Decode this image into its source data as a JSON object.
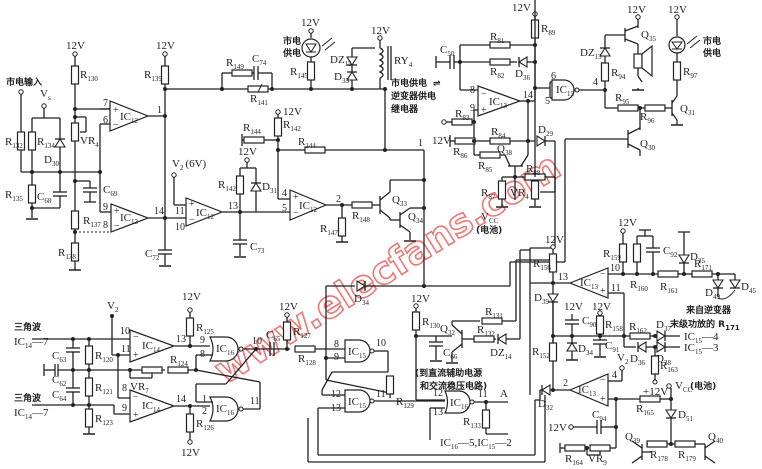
{
  "diagram": {
    "supply_labels": {
      "v12": "12V",
      "v12_plus": "+12V",
      "v2": "V",
      "v2_sub": "2",
      "v2_6v": "(6V)",
      "vs": "V",
      "vs_sub": "s",
      "vcc": "V",
      "vcc_sub": "CC",
      "vcc_battery": "(电池)"
    },
    "annotations": {
      "mains_input": "市电输入",
      "mains_supply_top_1": "市电",
      "mains_supply_top_2": "供电",
      "mains_supply_right_1": "市电",
      "mains_supply_right_2": "供电",
      "relay_note_1": "市电供电",
      "relay_note_arrow": "⇌",
      "relay_note_2": "逆变器供电",
      "relay_note_3": "继电器",
      "triangle_wave_1": "三角波",
      "triangle_wave_1_ref": "IC",
      "triangle_wave_1_ref_sub": "14",
      "triangle_wave_1_ref_pin": "—7",
      "triangle_wave_2": "三角波",
      "triangle_wave_2_ref": "IC",
      "triangle_wave_2_ref_sub": "14",
      "triangle_wave_2_ref_pin": "—7",
      "to_dc_aux": "(到直流辅助电源",
      "to_ac_reg": "和交流稳压电路)",
      "from_inverter_1": "来自逆变器",
      "from_inverter_2": "末级功放的 R",
      "from_inverter_2_sub": "171",
      "ic15_4": "—4",
      "ic15_3": "—3",
      "ic16_ic15": "IC",
      "ic16_ic15_sub1": "16",
      "ic16_ic15_mid": "—5,IC",
      "ic16_ic15_sub2": "15",
      "ic16_ic15_end": "—2",
      "node_a": "A",
      "vcc_battery_label": "V",
      "vcc_battery_sub": "CC",
      "vcc_battery_cn": "(电池)"
    },
    "ics": [
      {
        "name": "IC",
        "sub": "12"
      },
      {
        "name": "IC",
        "sub": "13"
      },
      {
        "name": "IC",
        "sub": "14"
      },
      {
        "name": "IC",
        "sub": "15"
      },
      {
        "name": "IC",
        "sub": "16"
      }
    ],
    "resistors": {
      "r130": "130",
      "r139": "139",
      "r132": "132",
      "r134": "134",
      "r135": "135",
      "r137": "137",
      "r138": "138",
      "r149": "149",
      "r141": "141",
      "r145": "145",
      "r144a": "144",
      "r142a": "142",
      "r144b": "144",
      "r142b": "142",
      "r147": "147",
      "r148": "148",
      "r89": "89",
      "r81": "81",
      "r82": "82",
      "r83": "83",
      "r84": "84",
      "r85": "85",
      "r86": "86",
      "r87": "87",
      "r88": "88",
      "r94": "94",
      "r95": "95",
      "r96": "96",
      "r97": "97",
      "r125": "125",
      "r120": "120",
      "r121": "121",
      "r123": "123",
      "r124": "124",
      "r126": "126",
      "r127": "127",
      "r128": "128",
      "r129": "129",
      "r130b": "130",
      "r131": "131",
      "r132b": "132",
      "r133": "133",
      "r156": "156",
      "r159": "159",
      "r160": "160",
      "r161": "161",
      "r171": "171",
      "r158": "158",
      "r162": "162",
      "r163": "163",
      "r152": "152",
      "r165": "165",
      "r164": "164",
      "r178": "178",
      "r179": "179"
    },
    "capacitors": {
      "c74": "74",
      "c69": "69",
      "c68": "68",
      "c72": "72",
      "c73": "73",
      "c50": "50",
      "c63": "63",
      "c62": "62",
      "c64": "64",
      "c65": "65",
      "c66": "66",
      "c92": "92",
      "c90": "90",
      "c91": "91",
      "c94": "94"
    },
    "diodes": {
      "d30": "30",
      "dz15": "15",
      "d33": "33",
      "d31": "31",
      "d36": "36",
      "d29": "29",
      "dz13": "13",
      "d34": "34",
      "dz14": "14",
      "d35": "35",
      "d49": "49",
      "d45": "45",
      "d39": "39",
      "d34b": "34",
      "d37": "37",
      "d36b": "36",
      "d38": "38",
      "d32": "32",
      "d51": "51"
    },
    "transistors": {
      "q33": "33",
      "q34": "34",
      "q35": "35",
      "q31": "31",
      "q38": "38",
      "q30": "30",
      "q32": "32",
      "q39": "39",
      "q40": "40"
    },
    "pots": {
      "vr4a": "4",
      "vr4b": "4",
      "vr7": "7",
      "vr9": "9"
    },
    "relay": {
      "name": "RY",
      "sub": "4"
    },
    "pins": {
      "p1": "1",
      "p2": "2",
      "p4": "4",
      "p5": "5",
      "p6": "6",
      "p7": "7",
      "p8": "8",
      "p9": "9",
      "p10": "10",
      "p11": "11",
      "p12": "12",
      "p13": "13",
      "p14": "14"
    },
    "watermark": "www.elecfans.com"
  }
}
